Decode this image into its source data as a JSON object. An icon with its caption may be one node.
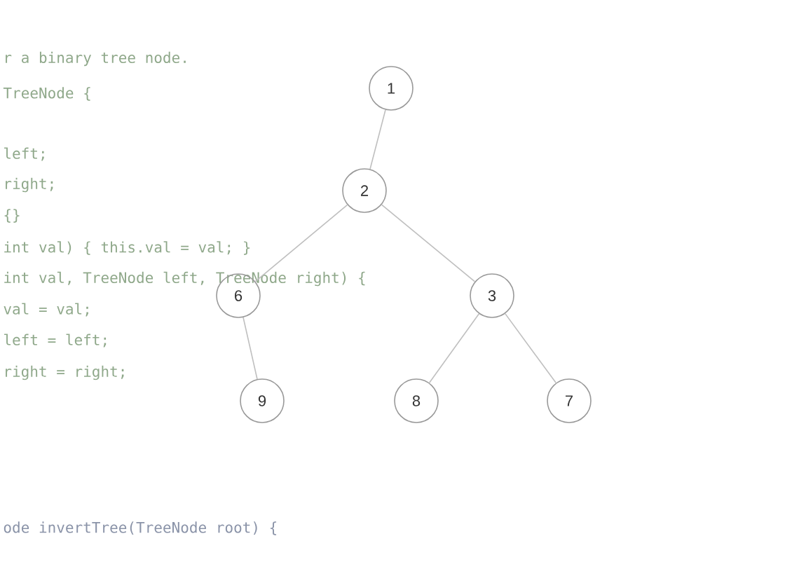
{
  "diagram": {
    "nodes": [
      {
        "text": [
          "1"
        ]
      },
      {
        "text": [
          "2"
        ]
      },
      {
        "text": [
          "6"
        ]
      },
      {
        "text": [
          "3"
        ]
      },
      {
        "text": [
          "9"
        ]
      },
      {
        "text": [
          "8"
        ]
      },
      {
        "text": [
          "7"
        ]
      }
    ],
    "edges": [
      {
        "from": 0,
        "to": 1,
        "arrow": "none"
      },
      {
        "from": 1,
        "to": 2,
        "arrow": "none"
      },
      {
        "from": 1,
        "to": 3,
        "arrow": "none"
      },
      {
        "from": 2,
        "to": 4,
        "arrow": "none"
      },
      {
        "from": 3,
        "to": 5,
        "arrow": "none"
      },
      {
        "from": 3,
        "to": 6,
        "arrow": "none"
      }
    ],
    "labels": [
      "r a binary tree node.",
      "TreeNode {",
      "left;",
      "right;",
      "{}",
      "int val) { this.val = val; }",
      "int val, TreeNode left, TreeNode right) {",
      "val = val;",
      "left = left;",
      "right = right;",
      "ode invertTree(TreeNode root) {"
    ]
  }
}
